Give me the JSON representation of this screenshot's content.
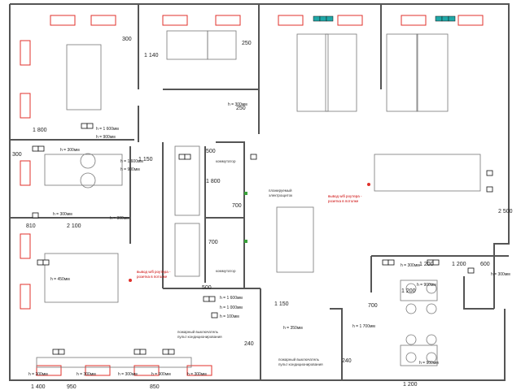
{
  "dims": {
    "d300_top": "300",
    "d250_top": "250",
    "d1140": "1 140",
    "d1800_left": "1 800",
    "d1600_a": "h = 1 600мм",
    "d900_a": "h = 900мм",
    "d300_b": "300",
    "d1600_b": "h = 1 600мм",
    "d900_b": "h = 900мм",
    "d1150": "1 150",
    "d500_a": "500",
    "d1800_mid": "1 800",
    "d700_a": "700",
    "d700_b": "700",
    "d2100": "2 100",
    "d810": "810",
    "d500_b": "500",
    "d2500": "2 500",
    "d1200_a": "1 200",
    "d1200_b": "1 200",
    "d600": "600",
    "d1200_c": "1 200",
    "d700_c": "700",
    "d1150_b": "1 150",
    "d240_a": "240",
    "d240_b": "240",
    "d1200_bottom": "1 200",
    "d1400": "1 400",
    "d850": "850",
    "d950": "950",
    "d250_mid": "250"
  },
  "heights": {
    "h300": "h = 300мм",
    "h450": "h = 450мм",
    "h1600": "h = 1 600мм",
    "h1000": "h = 1 000мм",
    "h100": "h = 100мм",
    "h1700": "h = 1 700мм",
    "h900": "h = 900мм",
    "h350": "h = 350мм"
  },
  "notes": {
    "router_a_1": "вывод wifi роутера -",
    "router_a_2": "розетка в потолке",
    "router_b_1": "вывод wifi роутера -",
    "router_b_2": "розетка в потолке",
    "switch_a": "коммутатор",
    "switch_b": "коммутатор",
    "fuse_1": "планируемый",
    "fuse_2": "электрощиток",
    "fire_a_1": "пожарный выключатель",
    "fire_a_2": "пульт кондиционирования",
    "fire_b_1": "пожарный выключатель",
    "fire_b_2": "пульт кондиционирования"
  },
  "colors": {
    "wall": "#555555",
    "furniture": "#777777",
    "radiator": "#e0312b",
    "socket_fill": "#ffffff",
    "socket_stroke": "#111111",
    "network": "#20a8a8",
    "green": "#3aa33a"
  }
}
